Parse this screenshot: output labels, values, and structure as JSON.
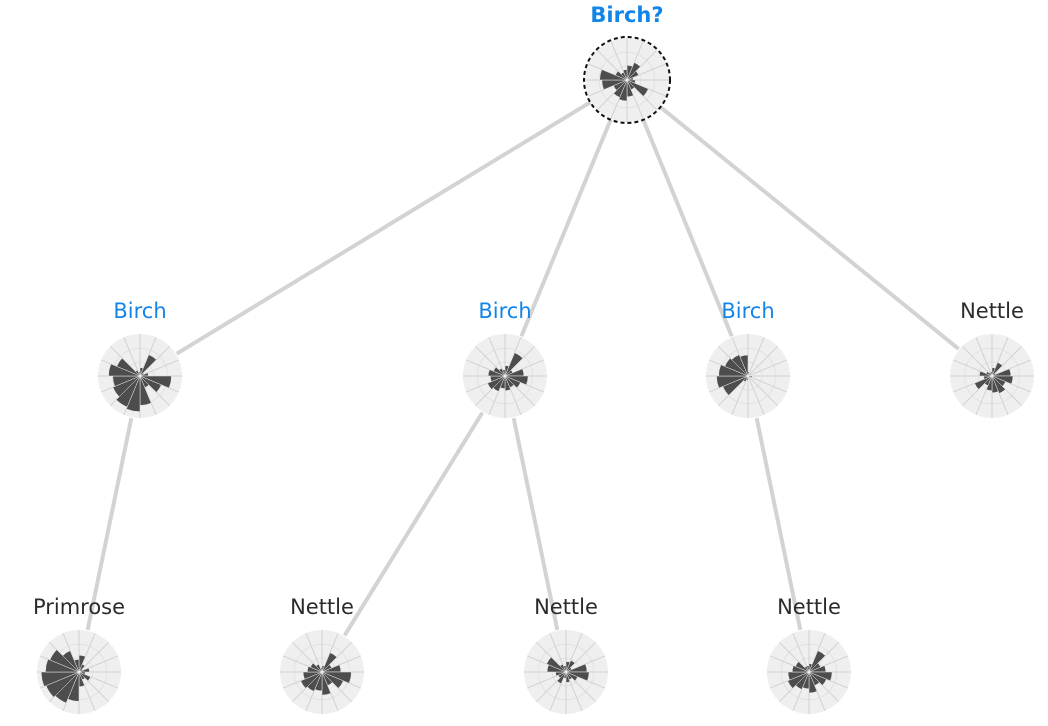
{
  "colors": {
    "match": "#1185e8",
    "other": "#2b2b2b",
    "edge": "#d3d3d3",
    "petal": "#4d4d4d",
    "disc": "#efefef"
  },
  "nodes": [
    {
      "id": "root",
      "label": "Birch?",
      "match": true,
      "query": true,
      "petals": [
        0.35,
        0.45,
        0.3,
        0.15,
        0.2,
        0.55,
        0.25,
        0.4,
        0.5,
        0.45,
        0.35,
        0.6,
        0.65,
        0.3,
        0.2,
        0.25
      ]
    },
    {
      "id": "b1",
      "label": "Birch",
      "match": true,
      "query": false,
      "petals": [
        0.2,
        0.55,
        0.1,
        0.2,
        0.75,
        0.55,
        0.3,
        0.7,
        0.85,
        0.8,
        0.7,
        0.65,
        0.75,
        0.6,
        0.15,
        0.1
      ]
    },
    {
      "id": "b2",
      "label": "Birch",
      "match": true,
      "query": false,
      "petals": [
        0.25,
        0.6,
        0.2,
        0.45,
        0.55,
        0.4,
        0.3,
        0.35,
        0.3,
        0.4,
        0.45,
        0.35,
        0.4,
        0.3,
        0.2,
        0.15
      ]
    },
    {
      "id": "b3",
      "label": "Birch",
      "match": true,
      "query": false,
      "petals": [
        0.1,
        0.05,
        0.05,
        0.05,
        0.1,
        0.05,
        0.05,
        0.05,
        0.1,
        0.15,
        0.65,
        0.75,
        0.7,
        0.6,
        0.55,
        0.5
      ]
    },
    {
      "id": "n1",
      "label": "Nettle",
      "match": false,
      "query": false,
      "petals": [
        0.2,
        0.35,
        0.1,
        0.45,
        0.5,
        0.35,
        0.45,
        0.4,
        0.35,
        0.25,
        0.45,
        0.2,
        0.3,
        0.15,
        0.1,
        0.1
      ]
    },
    {
      "id": "p1",
      "label": "Primrose",
      "match": false,
      "query": false,
      "petals": [
        0.4,
        0.2,
        0.1,
        0.25,
        0.15,
        0.3,
        0.2,
        0.35,
        0.7,
        0.8,
        0.85,
        0.9,
        0.8,
        0.75,
        0.55,
        0.3
      ]
    },
    {
      "id": "n2",
      "label": "Nettle",
      "match": false,
      "query": false,
      "petals": [
        0.15,
        0.5,
        0.25,
        0.45,
        0.7,
        0.55,
        0.35,
        0.55,
        0.45,
        0.5,
        0.55,
        0.45,
        0.35,
        0.3,
        0.2,
        0.1
      ]
    },
    {
      "id": "n3",
      "label": "Nettle",
      "match": false,
      "query": false,
      "petals": [
        0.25,
        0.3,
        0.15,
        0.5,
        0.55,
        0.3,
        0.2,
        0.25,
        0.15,
        0.3,
        0.2,
        0.25,
        0.45,
        0.5,
        0.2,
        0.15
      ]
    },
    {
      "id": "n4",
      "label": "Nettle",
      "match": false,
      "query": false,
      "petals": [
        0.2,
        0.55,
        0.3,
        0.4,
        0.55,
        0.45,
        0.35,
        0.5,
        0.4,
        0.45,
        0.55,
        0.5,
        0.4,
        0.35,
        0.15,
        0.15
      ]
    }
  ],
  "edges": [
    [
      "root",
      "b1"
    ],
    [
      "root",
      "b2"
    ],
    [
      "root",
      "b3"
    ],
    [
      "root",
      "n1"
    ],
    [
      "b1",
      "p1"
    ],
    [
      "b2",
      "n2"
    ],
    [
      "b2",
      "n3"
    ],
    [
      "b3",
      "n4"
    ]
  ]
}
